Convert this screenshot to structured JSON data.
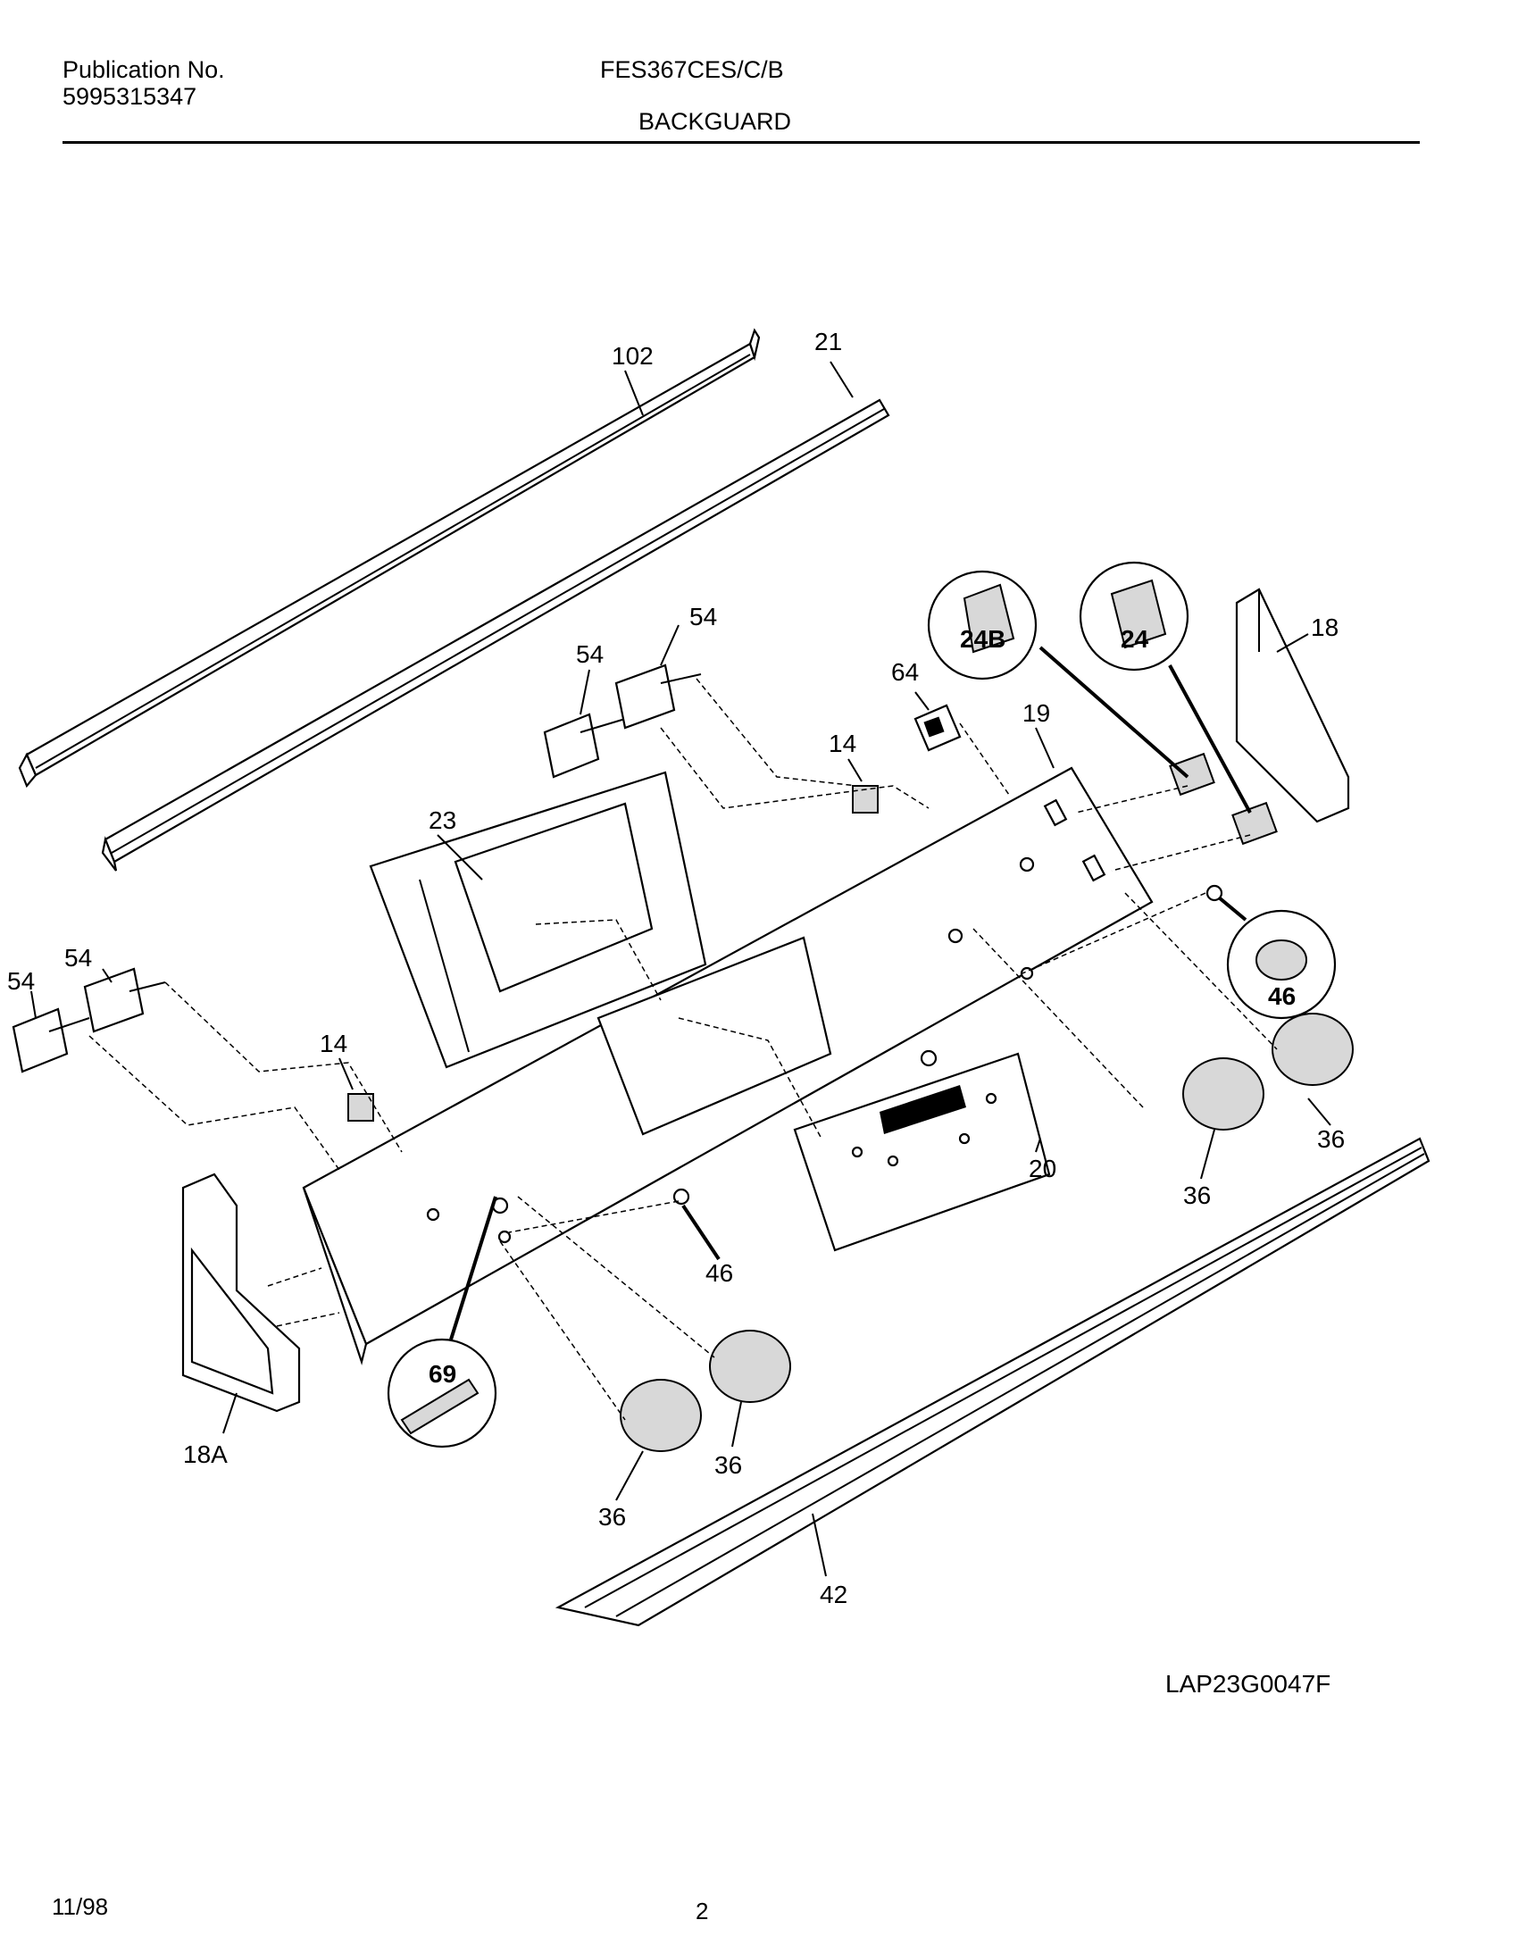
{
  "header": {
    "publication_label": "Publication No.",
    "publication_number": "5995315347",
    "model": "FES367CES/C/B",
    "section": "BACKGUARD"
  },
  "callouts": {
    "c102": "102",
    "c21": "21",
    "c54a": "54",
    "c54b": "54",
    "c54c": "54",
    "c54d": "54",
    "c64": "64",
    "c14a": "14",
    "c14b": "14",
    "c19": "19",
    "c23": "23",
    "c24b": "24B",
    "c24": "24",
    "c18": "18",
    "c18a": "18A",
    "c46a": "46",
    "c46b": "46",
    "c36a": "36",
    "c36b": "36",
    "c36c": "36",
    "c36d": "36",
    "c20": "20",
    "c69": "69",
    "c42": "42"
  },
  "footer": {
    "drawing_code": "LAP23G0047F",
    "date": "11/98",
    "page": "2"
  }
}
